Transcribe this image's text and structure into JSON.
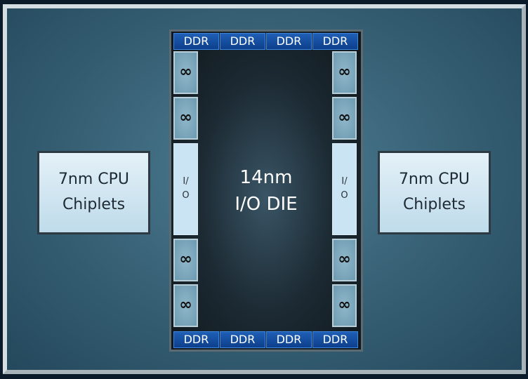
{
  "chiplets_left": {
    "line1": "7nm CPU",
    "line2": "Chiplets"
  },
  "chiplets_right": {
    "line1": "7nm CPU",
    "line2": "Chiplets"
  },
  "io_die": {
    "line1": "14nm",
    "line2": "I/O DIE"
  },
  "ddr_label": "DDR",
  "infinity_symbol": "∞",
  "io_port": {
    "line1": "I/",
    "line2": "O"
  }
}
